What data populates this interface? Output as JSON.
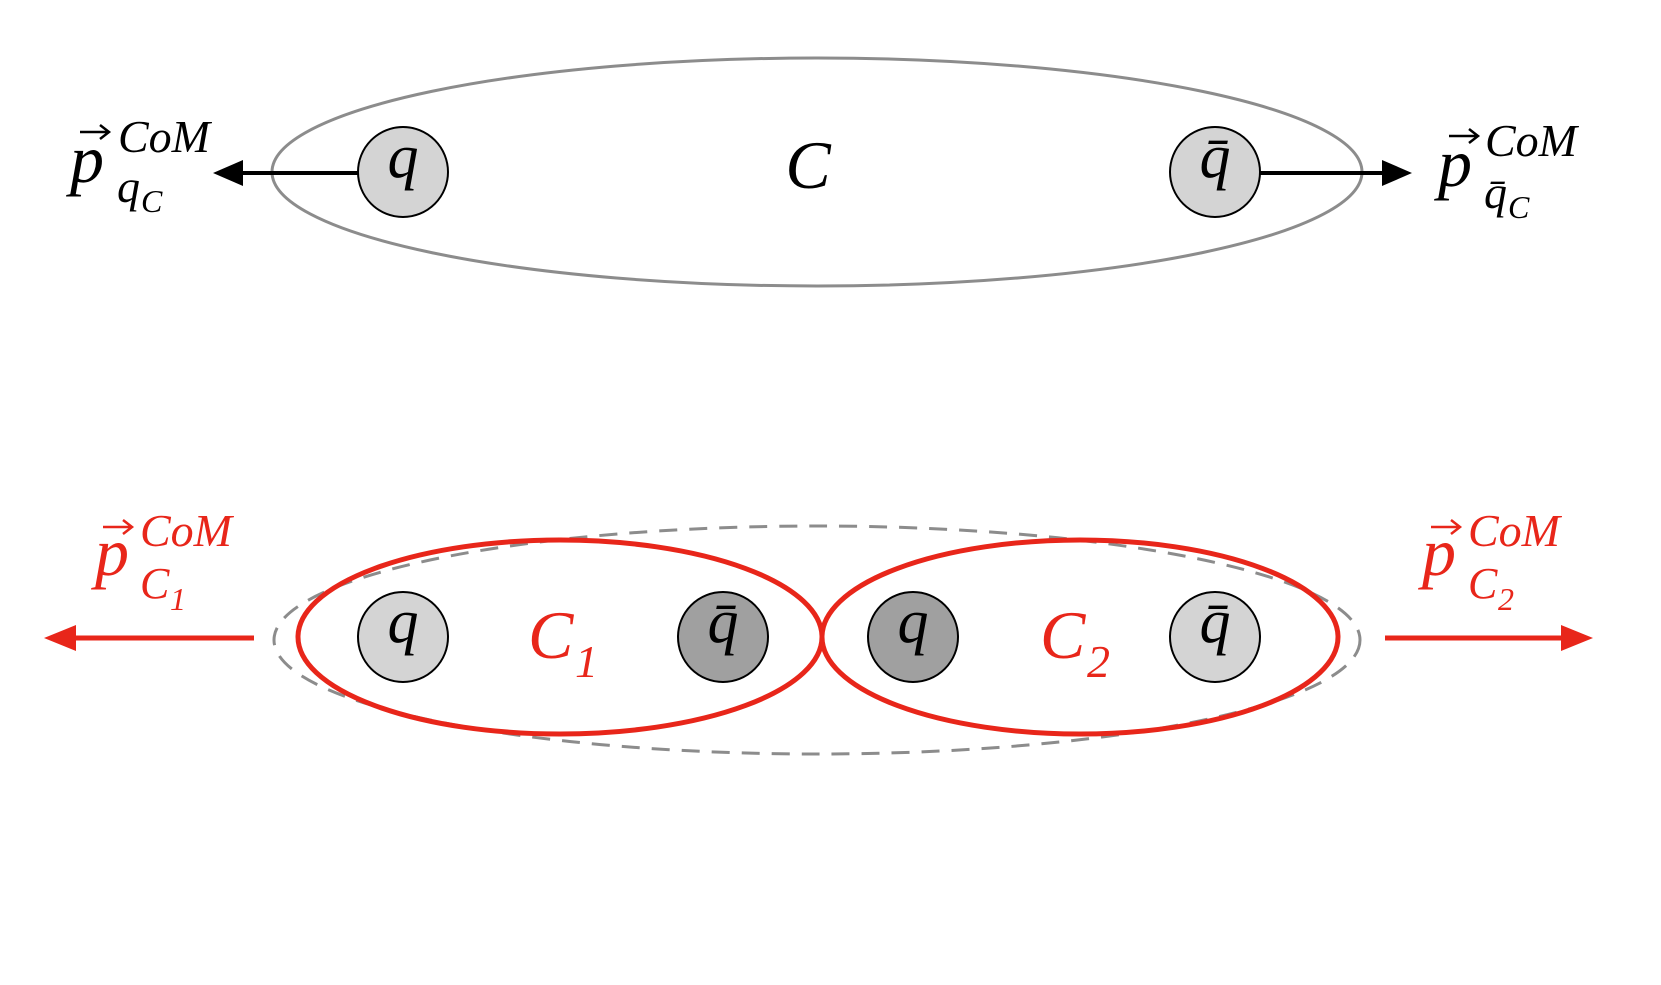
{
  "colors": {
    "black": "#000000",
    "red": "#e8261a",
    "outline_gray": "#8c8c8c",
    "quark_light": "#d4d4d4",
    "quark_dark": "#a0a0a0"
  },
  "top": {
    "cluster_label": "C",
    "left_quark": "q",
    "right_quark": "q̄",
    "left_momentum": {
      "arrow_symbol": "⃗",
      "base": "p",
      "superscript": "CoM",
      "subscript_main": "q",
      "subscript_inner": "C"
    },
    "right_momentum": {
      "arrow_symbol": "⃗",
      "base": "p",
      "superscript": "CoM",
      "subscript_main": "q̄",
      "subscript_inner": "C"
    }
  },
  "bottom": {
    "cluster1_label": "C",
    "cluster1_index": "1",
    "cluster2_label": "C",
    "cluster2_index": "2",
    "quarks": [
      "q",
      "q̄",
      "q",
      "q̄"
    ],
    "left_momentum": {
      "base": "p",
      "superscript": "CoM",
      "subscript_main": "C",
      "subscript_index": "1"
    },
    "right_momentum": {
      "base": "p",
      "superscript": "CoM",
      "subscript_main": "C",
      "subscript_index": "2"
    }
  }
}
